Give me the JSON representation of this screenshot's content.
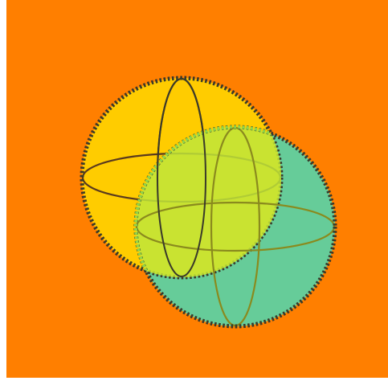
{
  "colors": {
    "background": "#FF7F00",
    "sphere_yellow": "#FFCC00",
    "sphere_teal": "#66CC99",
    "overlap": "#BFE63A",
    "outline_dark": "#3A3A2A",
    "ring_dark": "#5A3A1E",
    "ring_olive": "#8A8A1E",
    "overlap_outline": "#8FD84A"
  },
  "shapes": [
    {
      "kind": "sphere",
      "name": "yellow",
      "icon": "wireframe-globe-icon"
    },
    {
      "kind": "sphere",
      "name": "teal",
      "icon": "wireframe-globe-icon"
    }
  ]
}
